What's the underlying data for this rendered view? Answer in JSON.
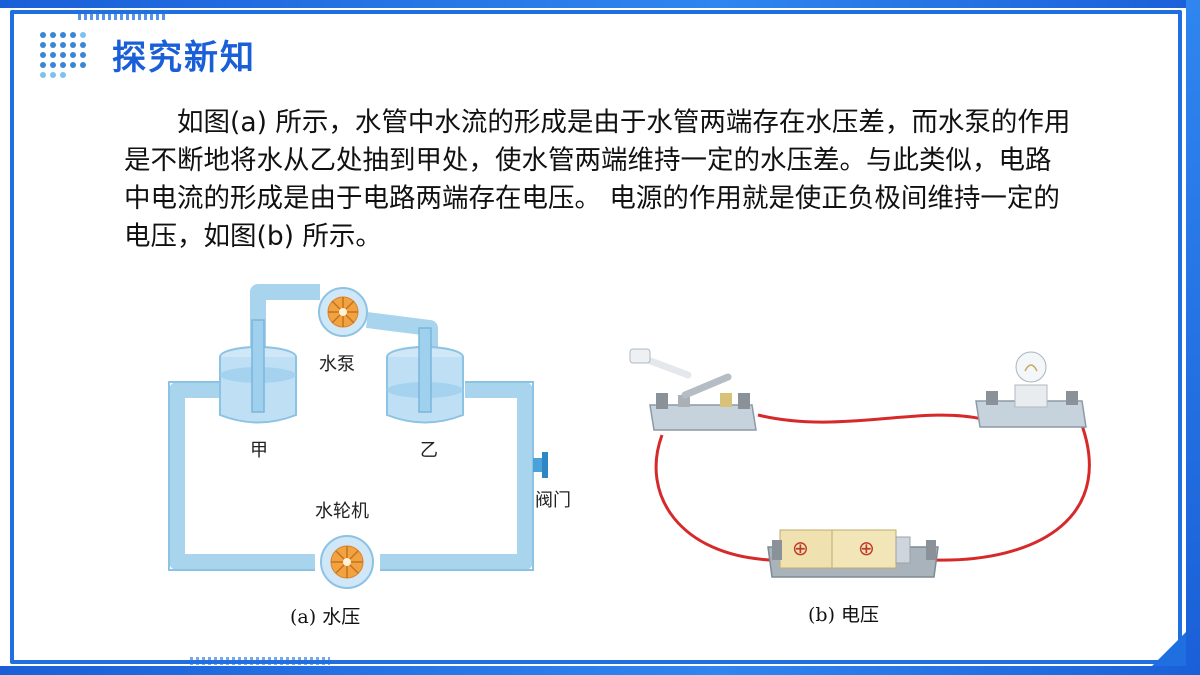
{
  "header": {
    "title": "探究新知"
  },
  "content": {
    "paragraph": "如图(a) 所示，水管中水流的形成是由于水管两端存在水压差，而水泵的作用是不断地将水从乙处抽到甲处，使水管两端维持一定的水压差。与此类似，电路中电流的形成是由于电路两端存在电压。 电源的作用就是使正负极间维持一定的电压，如图(b) 所示。"
  },
  "figure_a": {
    "caption": "(a)  水压",
    "labels": {
      "pump": "水泵",
      "jia": "甲",
      "yi": "乙",
      "valve": "阀门",
      "turbine": "水轮机"
    }
  },
  "figure_b": {
    "caption": "(b)  电压",
    "battery_symbol": "⊕"
  },
  "colors": {
    "accent": "#1f6fe0",
    "pipe": "#a8d4ee",
    "wire": "#d62a2a",
    "pump_orange": "#f2a341"
  }
}
